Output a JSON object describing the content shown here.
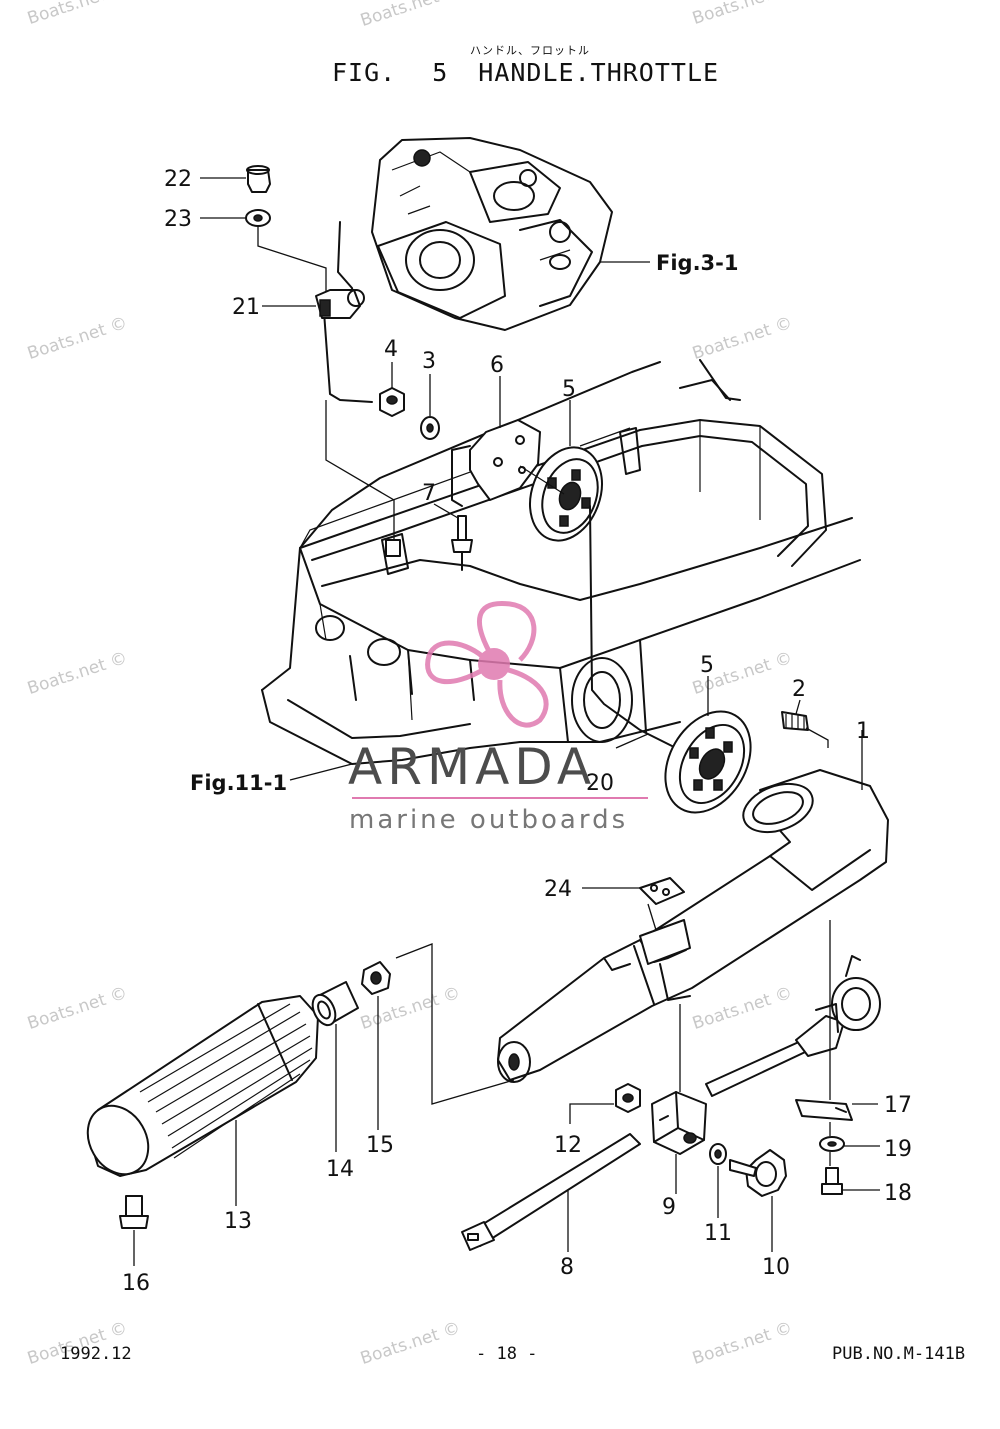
{
  "header": {
    "subtitle_jp": "ハンドル、フロットル",
    "fig_label": "FIG.",
    "fig_number": "5",
    "fig_name": "HANDLE.THROTTLE"
  },
  "callouts": [
    {
      "label": "22"
    },
    {
      "label": "23"
    },
    {
      "label": "21"
    },
    {
      "label": "4"
    },
    {
      "label": "3"
    },
    {
      "label": "6"
    },
    {
      "label": "5"
    },
    {
      "label": "7"
    },
    {
      "label": "5"
    },
    {
      "label": "2"
    },
    {
      "label": "1"
    },
    {
      "label": "20"
    },
    {
      "label": "24"
    },
    {
      "label": "17"
    },
    {
      "label": "19"
    },
    {
      "label": "18"
    },
    {
      "label": "12"
    },
    {
      "label": "9"
    },
    {
      "label": "11"
    },
    {
      "label": "10"
    },
    {
      "label": "8"
    },
    {
      "label": "15"
    },
    {
      "label": "14"
    },
    {
      "label": "13"
    },
    {
      "label": "16"
    }
  ],
  "references": {
    "fig_3_1": "Fig.3-1",
    "fig_11_1": "Fig.11-1"
  },
  "brand": {
    "name": "ARMADA",
    "tagline": "marine outboards",
    "accent_color": "#e07ab0"
  },
  "watermark_text": "Boats.net ©",
  "footer": {
    "date": "1992.12",
    "page": "- 18 -",
    "pub_no": "PUB.NO.M-141B"
  }
}
